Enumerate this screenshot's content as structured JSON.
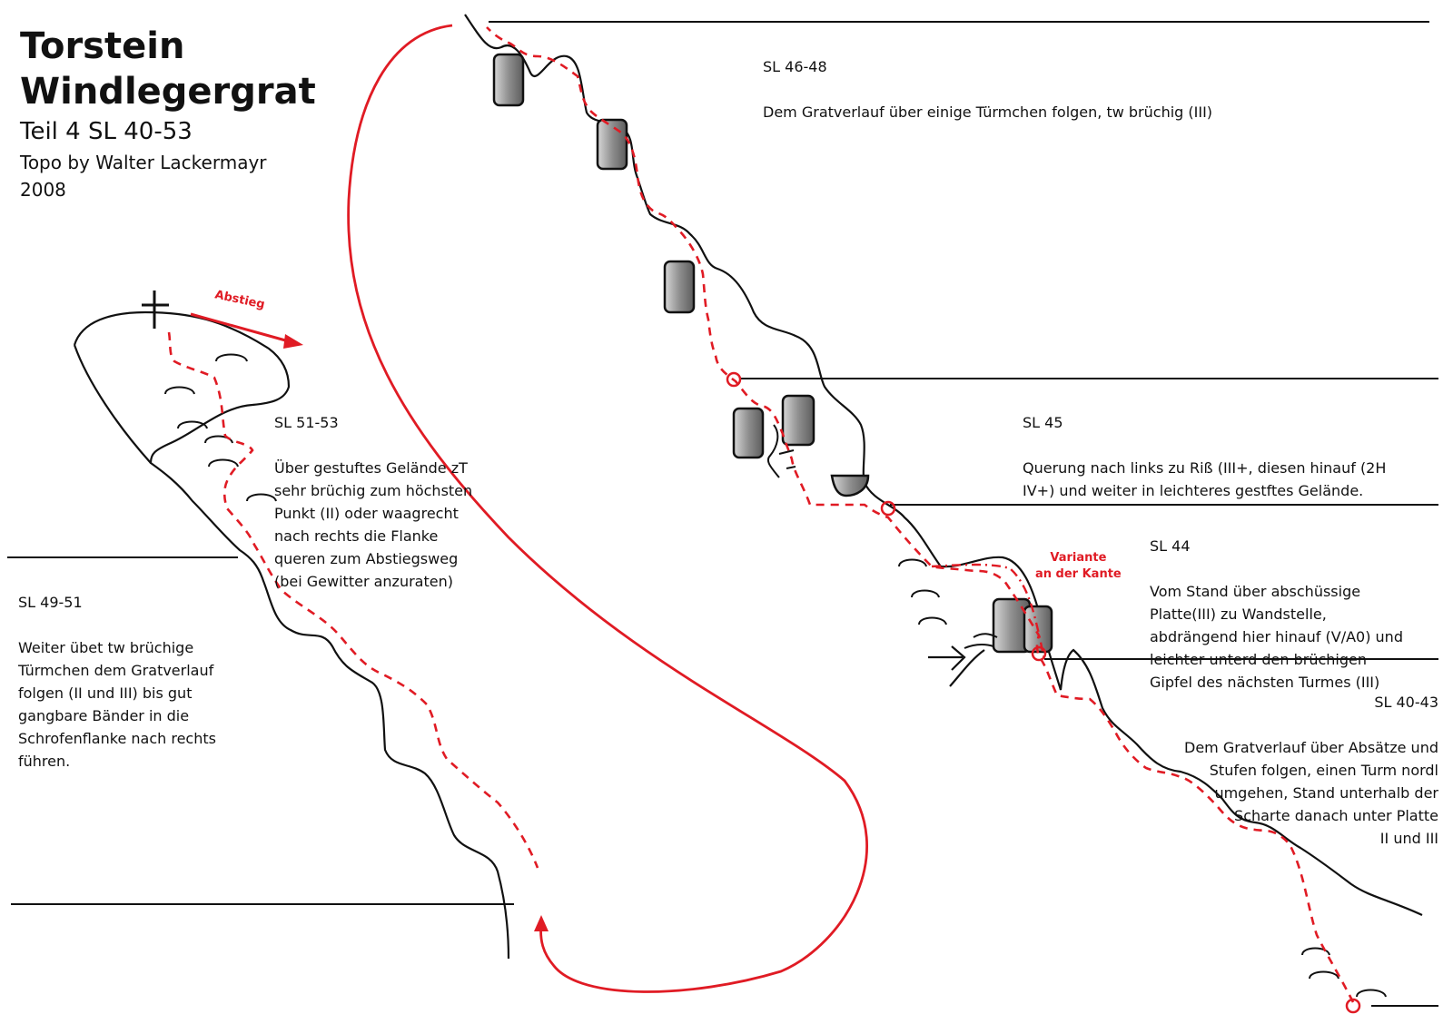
{
  "title": {
    "line1": "Torstein",
    "line2": "Windlegergrat",
    "line3": "Teil 4 SL 40-53",
    "line4": "Topo by Walter Lackermayr",
    "line5": "2008"
  },
  "pitches": {
    "sl_46_48": {
      "heading": "SL 46-48",
      "text": "Dem Gratverlauf über einige Türmchen folgen, tw brüchig (III)"
    },
    "sl_45": {
      "heading": "SL 45",
      "text": "Querung nach links zu Riß (III+, diesen hinauf (2H\nIV+) und weiter in leichteres gestftes Gelände."
    },
    "sl_44": {
      "heading": "SL 44",
      "text": "Vom Stand über abschüssige\nPlatte(III) zu Wandstelle,\nabdrängend hier hinauf (V/A0) und\nleichter unterd den brüchigen\nGipfel des nächsten Turmes (III)"
    },
    "sl_40_43": {
      "heading": "SL 40-43",
      "text": "Dem Gratverlauf über Absätze und\nStufen folgen, einen Turm nordl\numgehen, Stand unterhalb der\nScharte danach unter Platte\nII und III"
    },
    "sl_51_53": {
      "heading": "SL 51-53",
      "text": "Über gestuftes Gelände zT\nsehr brüchig zum höchsten\nPunkt (II) oder waagrecht\nnach rechts die Flanke\nqueren zum Abstiegsweg\n(bei Gewitter anzuraten)"
    },
    "sl_49_51": {
      "heading": "SL 49-51",
      "text": "Weiter übet tw brüchige\nTürmchen dem Gratverlauf\nfolgen (II und III) bis gut\ngangbare Bänder in die\nSchrofenflanke nach rechts\nführen."
    }
  },
  "labels": {
    "abstieg": "Abstieg",
    "variante": "Variante\nan der Kante"
  },
  "colors": {
    "route": "#e01b24",
    "ridge": "#111111",
    "tower_fill": "#8a8a8a"
  }
}
